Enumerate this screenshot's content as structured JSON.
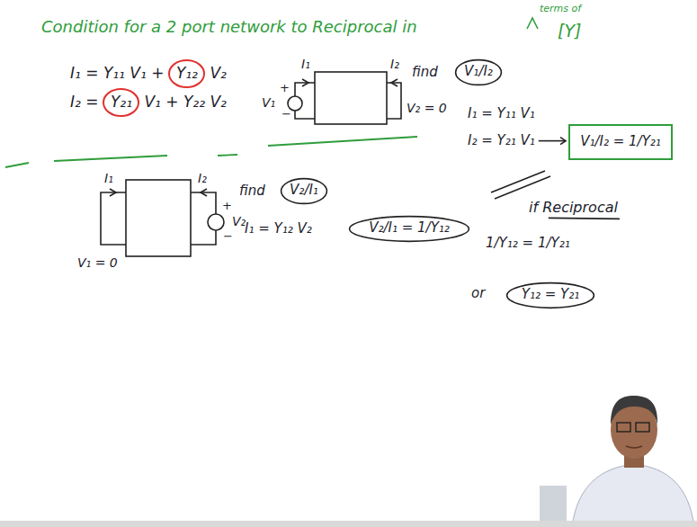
{
  "diagram": {
    "title": "Condition for a 2 port network to Reciprocal in",
    "nodes": [
      {
        "text": [
          "Y₁₂"
        ]
      },
      {
        "text": [
          "Y₂₁"
        ]
      },
      {
        "text": [
          "V₁/I₂"
        ]
      },
      {
        "text": [
          "V₁/I₂ = 1/Y₂₁"
        ]
      },
      {
        "text": [
          "V₂/I₁"
        ]
      },
      {
        "text": [
          "V₂/I₁ = 1/Y₁₂"
        ]
      },
      {
        "text": [
          "Y₁₂ = Y₂₁"
        ]
      }
    ],
    "labels": [
      "terms of",
      "[Y]",
      "I₁ = Y₁₁ V₁ +",
      "V₂",
      "I₂ =",
      "V₁ + Y₂₂ V₂",
      "I₁",
      "I₂",
      "V₁",
      "+",
      "−",
      "V₂ = 0",
      "find",
      "I₁ = Y₁₁ V₁",
      "I₂ = Y₂₁ V₁",
      "I₁",
      "I₂",
      "V₁ = 0",
      "+",
      "−",
      "V₂",
      "find",
      "I₁ = Y₁₂ V₂",
      "if Reciprocal",
      "1/Y₁₂ = 1/Y₂₁",
      "or"
    ]
  }
}
